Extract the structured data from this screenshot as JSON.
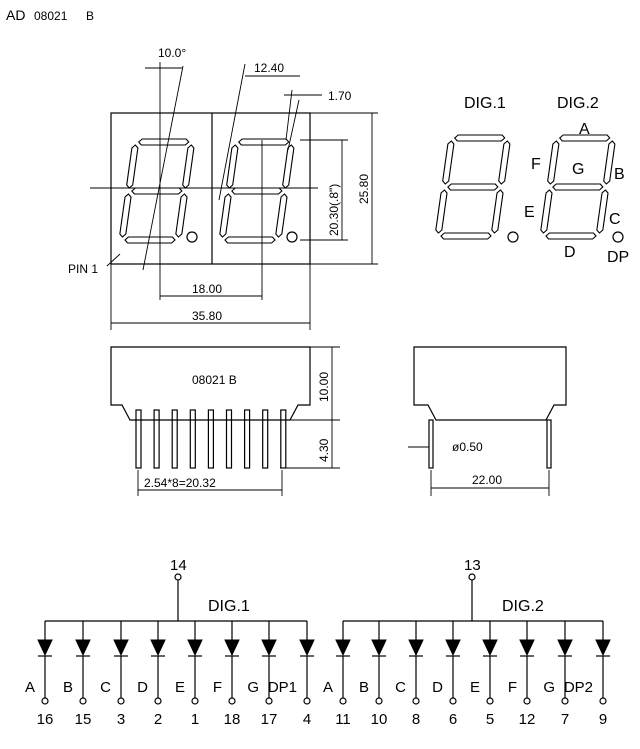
{
  "part": {
    "brand": "AD",
    "number": "08021",
    "suffix": "B",
    "body_label": "08021 B"
  },
  "dims": {
    "slant": "10.0°",
    "digit_pitch": "12.40",
    "seg_width": "1.70",
    "digit_height": "20.30(.8\")",
    "body_height": "25.80",
    "pin_span": "18.00",
    "body_width": "35.80",
    "case_height": "10.00",
    "pin_length": "4.30",
    "pin_pitch": "2.54*8=20.32",
    "pin_diameter": "ø0.50",
    "depth": "22.00",
    "pin1": "PIN 1"
  },
  "legend": {
    "dig1": "DIG.1",
    "dig2": "DIG.2",
    "A": "A",
    "B": "B",
    "C": "C",
    "D": "D",
    "E": "E",
    "F": "F",
    "G": "G",
    "DP": "DP"
  },
  "schematic": {
    "dig1": {
      "title": "DIG.1",
      "common_pin": "14",
      "segments": [
        {
          "seg": "A",
          "pin": "16"
        },
        {
          "seg": "B",
          "pin": "15"
        },
        {
          "seg": "C",
          "pin": "3"
        },
        {
          "seg": "D",
          "pin": "2"
        },
        {
          "seg": "E",
          "pin": "1"
        },
        {
          "seg": "F",
          "pin": "18"
        },
        {
          "seg": "G",
          "pin": "17"
        },
        {
          "seg": "DP1",
          "pin": "4"
        }
      ]
    },
    "dig2": {
      "title": "DIG.2",
      "common_pin": "13",
      "segments": [
        {
          "seg": "A",
          "pin": "11"
        },
        {
          "seg": "B",
          "pin": "10"
        },
        {
          "seg": "C",
          "pin": "8"
        },
        {
          "seg": "D",
          "pin": "6"
        },
        {
          "seg": "E",
          "pin": "5"
        },
        {
          "seg": "F",
          "pin": "12"
        },
        {
          "seg": "G",
          "pin": "7"
        },
        {
          "seg": "DP2",
          "pin": "9"
        }
      ]
    }
  }
}
